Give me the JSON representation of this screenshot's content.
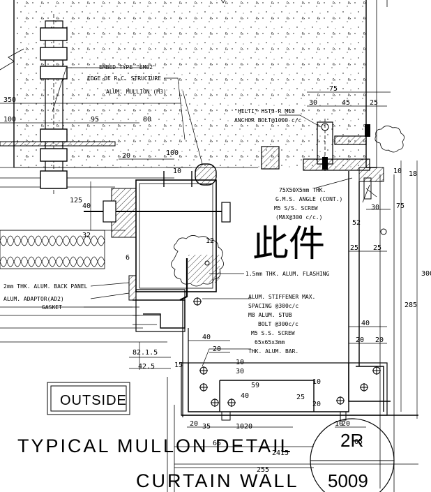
{
  "title": {
    "line1": "TYPICAL MULLON DETAIL",
    "line2": "CURTAIN WALL",
    "number": "5009",
    "scale": "2R"
  },
  "outside_label": "OUTSIDE",
  "chinese_text": "此件",
  "notes": {
    "embed": "EMBED TYPE \"EM02\"",
    "edge_rc": "EDGE OF R.C. STRUCTURE",
    "alum_mullion": "ALUM. MULLION (M3)",
    "hilti": "\"HILTI\" HST3-R M10",
    "anchor_bolt": "ANCHOR BOLT@1000 c/c",
    "angle1": "75X50X5mm THK.",
    "angle2": "G.M.S. ANGLE (CONT.)",
    "angle3": "M5 S/S. SCREW",
    "angle4": "(MAX@300 c/c.)",
    "flashing": "1.5mm THK. ALUM. FLASHING",
    "back_panel": "2mm THK. ALUM. BACK PANEL",
    "adaptor": "ALUM. ADAPTOR(AD2)",
    "gasket": "GASKET",
    "stiffener1": "ALUM. STIFFENER MAX.",
    "stiffener2": "SPACING @300c/c",
    "stiffener3": "M8 ALUM. STUB",
    "stiffener4": "BOLT @300c/c",
    "stiffener5": "M5 S.S. SCREW",
    "stiffener6": "65x65x3mm",
    "stiffener7": "THK. ALUM. BAR."
  },
  "dims": {
    "d350": "350",
    "d100a": "100",
    "d95": "95",
    "d80": "80",
    "d20a": "20",
    "d100b": "100",
    "d10a": "10",
    "d75a": "75",
    "d30a": "30",
    "d45": "45",
    "d25a": "25",
    "d10b": "10",
    "d18": "18",
    "d125": "125",
    "d40a": "40",
    "d30b": "30",
    "d75b": "75",
    "d52": "52",
    "d25b": "25",
    "d25c": "25",
    "d6": "6",
    "d32": "32",
    "d12": "12",
    "d285": "285",
    "d300": "300",
    "d40b": "40",
    "d20b": "20",
    "d20c": "20",
    "d40c": "40",
    "d20d": "20",
    "d821": "82.1.5",
    "d425": "42.5",
    "d15": "15",
    "d30c": "30",
    "d10c": "10",
    "d59": "59",
    "d40d": "40",
    "d25d": "25",
    "d20e": "20",
    "d10d": "10",
    "d20f": "20",
    "d35": "35",
    "d10e": "10",
    "d20g": "20",
    "d65a": "65",
    "d2415": "2415",
    "d255": "255",
    "d20h": "20",
    "d10f": "10",
    "d65b": "65"
  }
}
